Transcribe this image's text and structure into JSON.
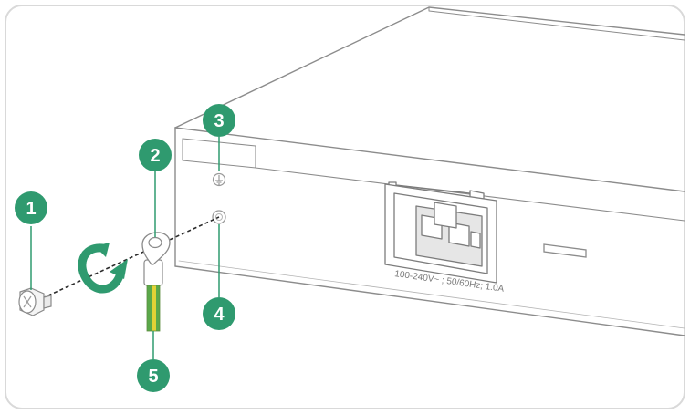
{
  "diagram": {
    "colors": {
      "callout": "#2f9a6f",
      "device_line": "#8c8c8c",
      "arrow": "#2f9a6f",
      "wire_green": "#5aa84a",
      "wire_yellow": "#e2d236",
      "frame_border": "#d9d9d9"
    },
    "power_rating": "100-240V~ ; 50/60Hz; 1.0A",
    "callouts": [
      {
        "id": "callout-1",
        "label": "1",
        "refers_to": "grounding-screw"
      },
      {
        "id": "callout-2",
        "label": "2",
        "refers_to": "grounding-lug"
      },
      {
        "id": "callout-3",
        "label": "3",
        "refers_to": "ground-symbol"
      },
      {
        "id": "callout-4",
        "label": "4",
        "refers_to": "grounding-hole"
      },
      {
        "id": "callout-5",
        "label": "5",
        "refers_to": "grounding-cable"
      }
    ],
    "icons": [
      "grounding-screw-icon",
      "rotation-arrow-icon",
      "ground-symbol-icon",
      "power-socket-icon"
    ]
  }
}
